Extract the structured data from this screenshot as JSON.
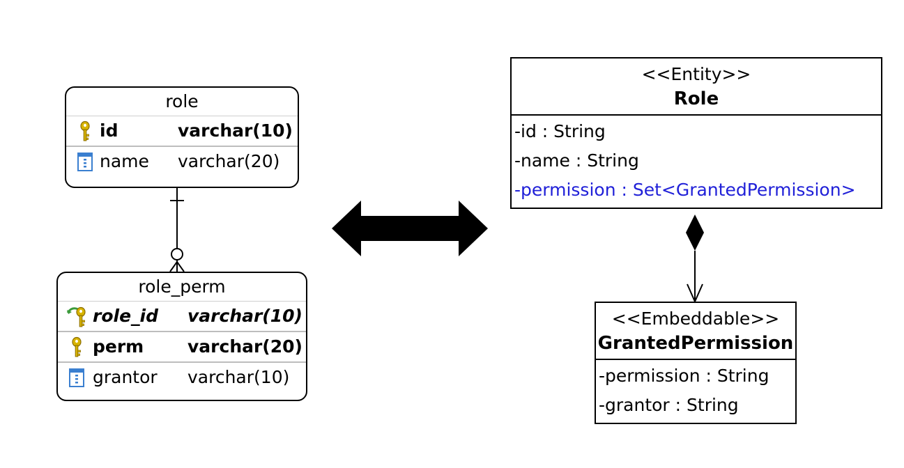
{
  "er": {
    "role": {
      "title": "role",
      "columns": [
        {
          "name": "id",
          "type": "varchar(10)",
          "icon": "primary-key-icon"
        },
        {
          "name": "name",
          "type": "varchar(20)",
          "icon": "column-icon"
        }
      ]
    },
    "role_perm": {
      "title": "role_perm",
      "columns": [
        {
          "name": "role_id",
          "type": "varchar(10)",
          "icon": "foreign-key-icon"
        },
        {
          "name": "perm",
          "type": "varchar(20)",
          "icon": "primary-key-icon"
        },
        {
          "name": "grantor",
          "type": "varchar(10)",
          "icon": "column-icon"
        }
      ]
    }
  },
  "uml": {
    "role": {
      "stereotype": "<<Entity>>",
      "name": "Role",
      "attributes": [
        "-id : String",
        "-name : String",
        "-permission : Set<GrantedPermission>"
      ]
    },
    "granted": {
      "stereotype": "<<Embeddable>>",
      "name": "GrantedPermission",
      "attributes": [
        "-permission : String",
        "-grantor : String"
      ]
    }
  },
  "colors": {
    "link_attribute": "#2020d8",
    "key_gold": "#d8b400",
    "column_blue": "#3a7fd0",
    "fk_green": "#3a9a3a"
  }
}
